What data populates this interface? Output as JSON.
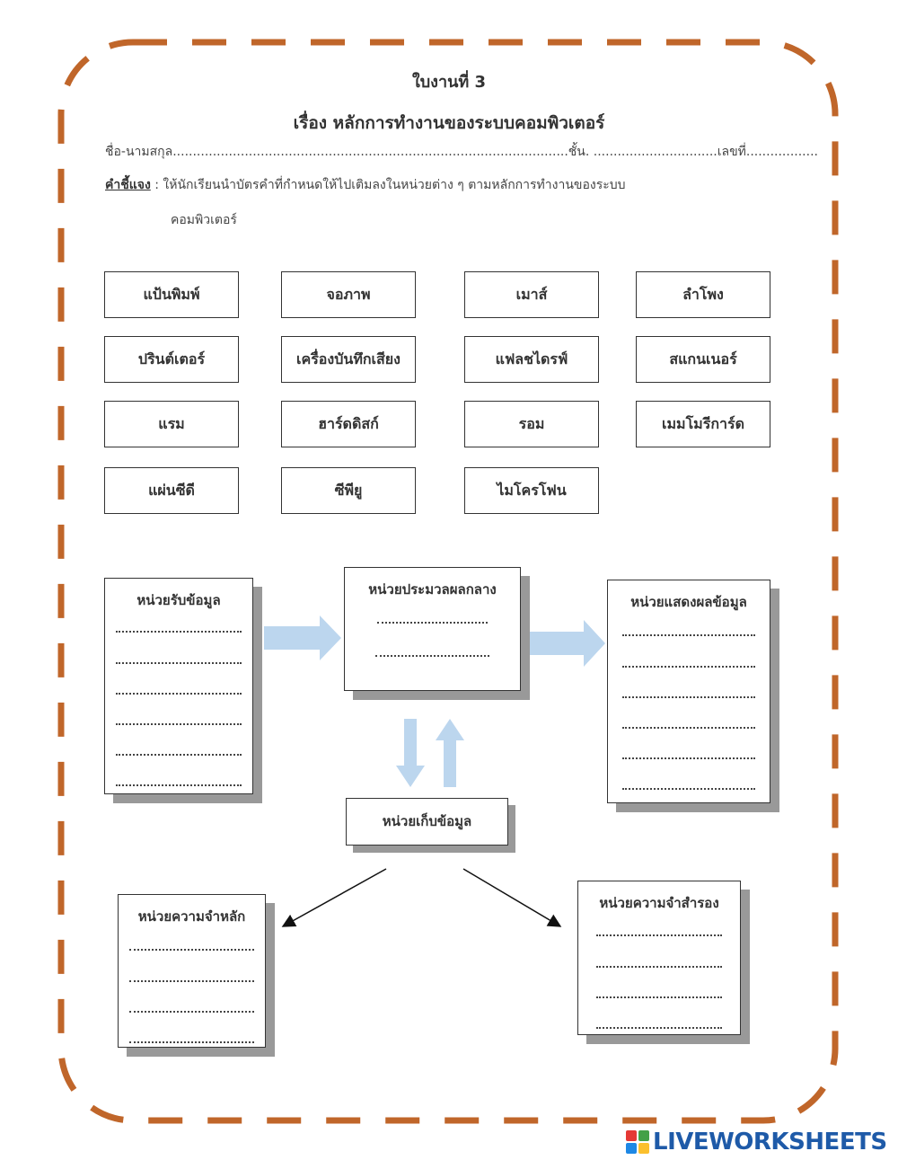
{
  "worksheet": {
    "title": "ใบงานที่ 3",
    "subject": "เรื่อง หลักการทำงานของระบบคอมพิวเตอร์",
    "name_field": "ชื่อ-นามสกุล...................................................................................................ชั้น. ...............................เลขที่..................",
    "instruction_label": "คำชี้แจง",
    "instruction_text": " : ให้นักเรียนนำบัตรคำที่กำหนดให้ไปเติมลงในหน่วยต่าง ๆ ตามหลักการทำงานของระบบ",
    "instruction_cont": "คอมพิวเตอร์"
  },
  "word_cards": [
    "แป้นพิมพ์",
    "จอภาพ",
    "เมาส์",
    "ลำโพง",
    "ปรินต์เตอร์",
    "เครื่องบันทึกเสียง",
    "แฟลชไดรฟ์",
    "สแกนเนอร์",
    "แรม",
    "ฮาร์ดดิสก์",
    "รอม",
    "เมมโมรีการ์ด",
    "แผ่นซีดี",
    "ซีพียู",
    "ไมโครโฟน"
  ],
  "units": {
    "input": "หน่วยรับข้อมูล",
    "process": "หน่วยประมวลผลกลาง",
    "output": "หน่วยแสดงผลข้อมูล",
    "storage": "หน่วยเก็บข้อมูล",
    "primary": "หน่วยความจำหลัก",
    "secondary": "หน่วยความจำสำรอง"
  },
  "colors": {
    "border_dash": "#c0662a",
    "flow_arrow": "#bcd6ee",
    "shadow": "#999999",
    "logo_blue": "#1e5aa8"
  },
  "logo": {
    "text": "LIVEWORKSHEETS"
  }
}
